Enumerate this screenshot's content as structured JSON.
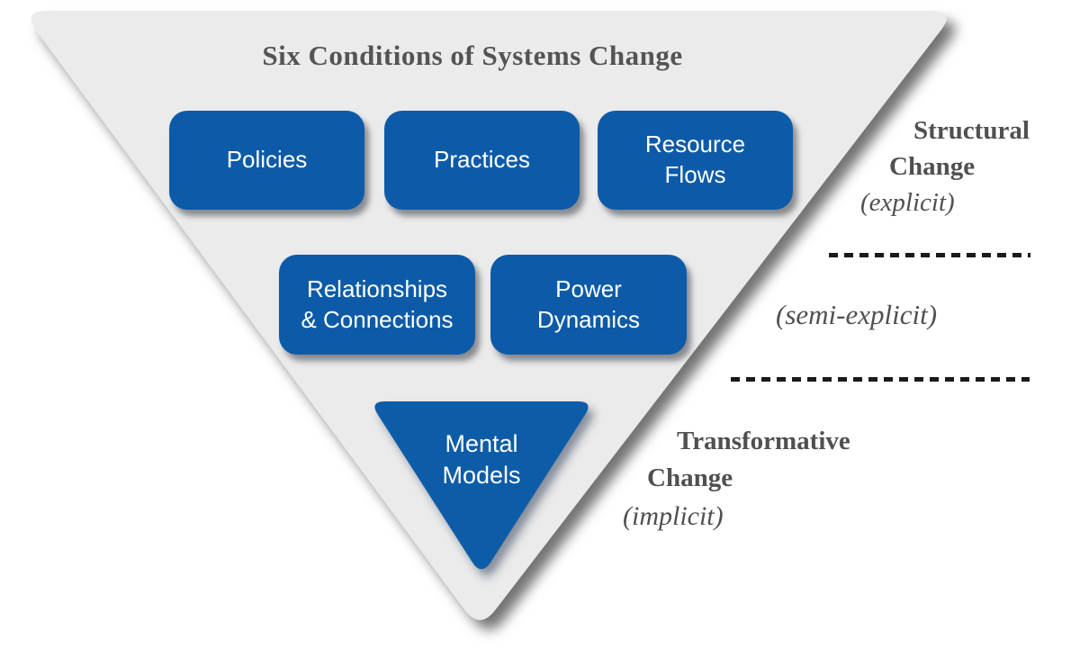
{
  "title": "Six Conditions of Systems Change",
  "colors": {
    "condition_blue": "#0d5ba8",
    "triangle_grey": "#ebebeb",
    "annotation_grey": "#4f5052",
    "dash_black": "#1a1a1a",
    "condition_text": "#ffffff"
  },
  "conditions": [
    {
      "id": "policies",
      "label": "Policies"
    },
    {
      "id": "practices",
      "label": "Practices"
    },
    {
      "id": "resource-flows",
      "label": "Resource\nFlows"
    },
    {
      "id": "relationships-connections",
      "label": "Relationships\n& Connections"
    },
    {
      "id": "power-dynamics",
      "label": "Power\nDynamics"
    },
    {
      "id": "mental-models",
      "label": "Mental\nModels"
    }
  ],
  "levels": {
    "structural": {
      "name_line1": "Structural",
      "name_line2": "Change",
      "qualifier": "(explicit)"
    },
    "relational": {
      "qualifier": "(semi-explicit)"
    },
    "transformative": {
      "name_line1": "Transformative",
      "name_line2": "Change",
      "qualifier": "(implicit)"
    }
  }
}
